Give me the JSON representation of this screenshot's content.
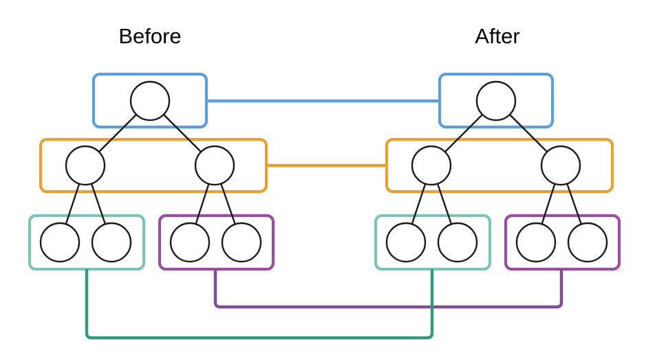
{
  "diagram": {
    "panels": {
      "before": "Before",
      "after": "After"
    },
    "colors": {
      "background": "#ffffff",
      "text": "#000000",
      "node_outline": "#1a1a1a",
      "root_box": "#5e9edd",
      "root_link": "#5e9edd",
      "internal_box": "#e8a032",
      "internal_link": "#e79e2b",
      "left_leaf_box": "#7cc5b4",
      "left_leaf_link": "#35997d",
      "right_leaf_box": "#9a4da1",
      "right_leaf_link": "#7e4f94"
    },
    "structure": {
      "tree_count": 2,
      "levels_per_tree": 3,
      "nodes_per_tree": {
        "root": 1,
        "internal": 2,
        "leaves": 4
      },
      "groups_per_tree": [
        {
          "name": "root-box",
          "nodes": 1
        },
        {
          "name": "internal-box",
          "nodes": 2
        },
        {
          "name": "left-leaf-box",
          "nodes": 2
        },
        {
          "name": "right-leaf-box",
          "nodes": 2
        }
      ],
      "cross_links": [
        {
          "from": "before.root-box",
          "to": "after.root-box",
          "color_key": "root_link"
        },
        {
          "from": "before.internal-box",
          "to": "after.internal-box",
          "color_key": "internal_link"
        },
        {
          "from": "before.left-leaf-box",
          "to": "after.left-leaf-box",
          "color_key": "left_leaf_link"
        },
        {
          "from": "before.right-leaf-box",
          "to": "after.right-leaf-box",
          "color_key": "right_leaf_link"
        }
      ]
    }
  }
}
